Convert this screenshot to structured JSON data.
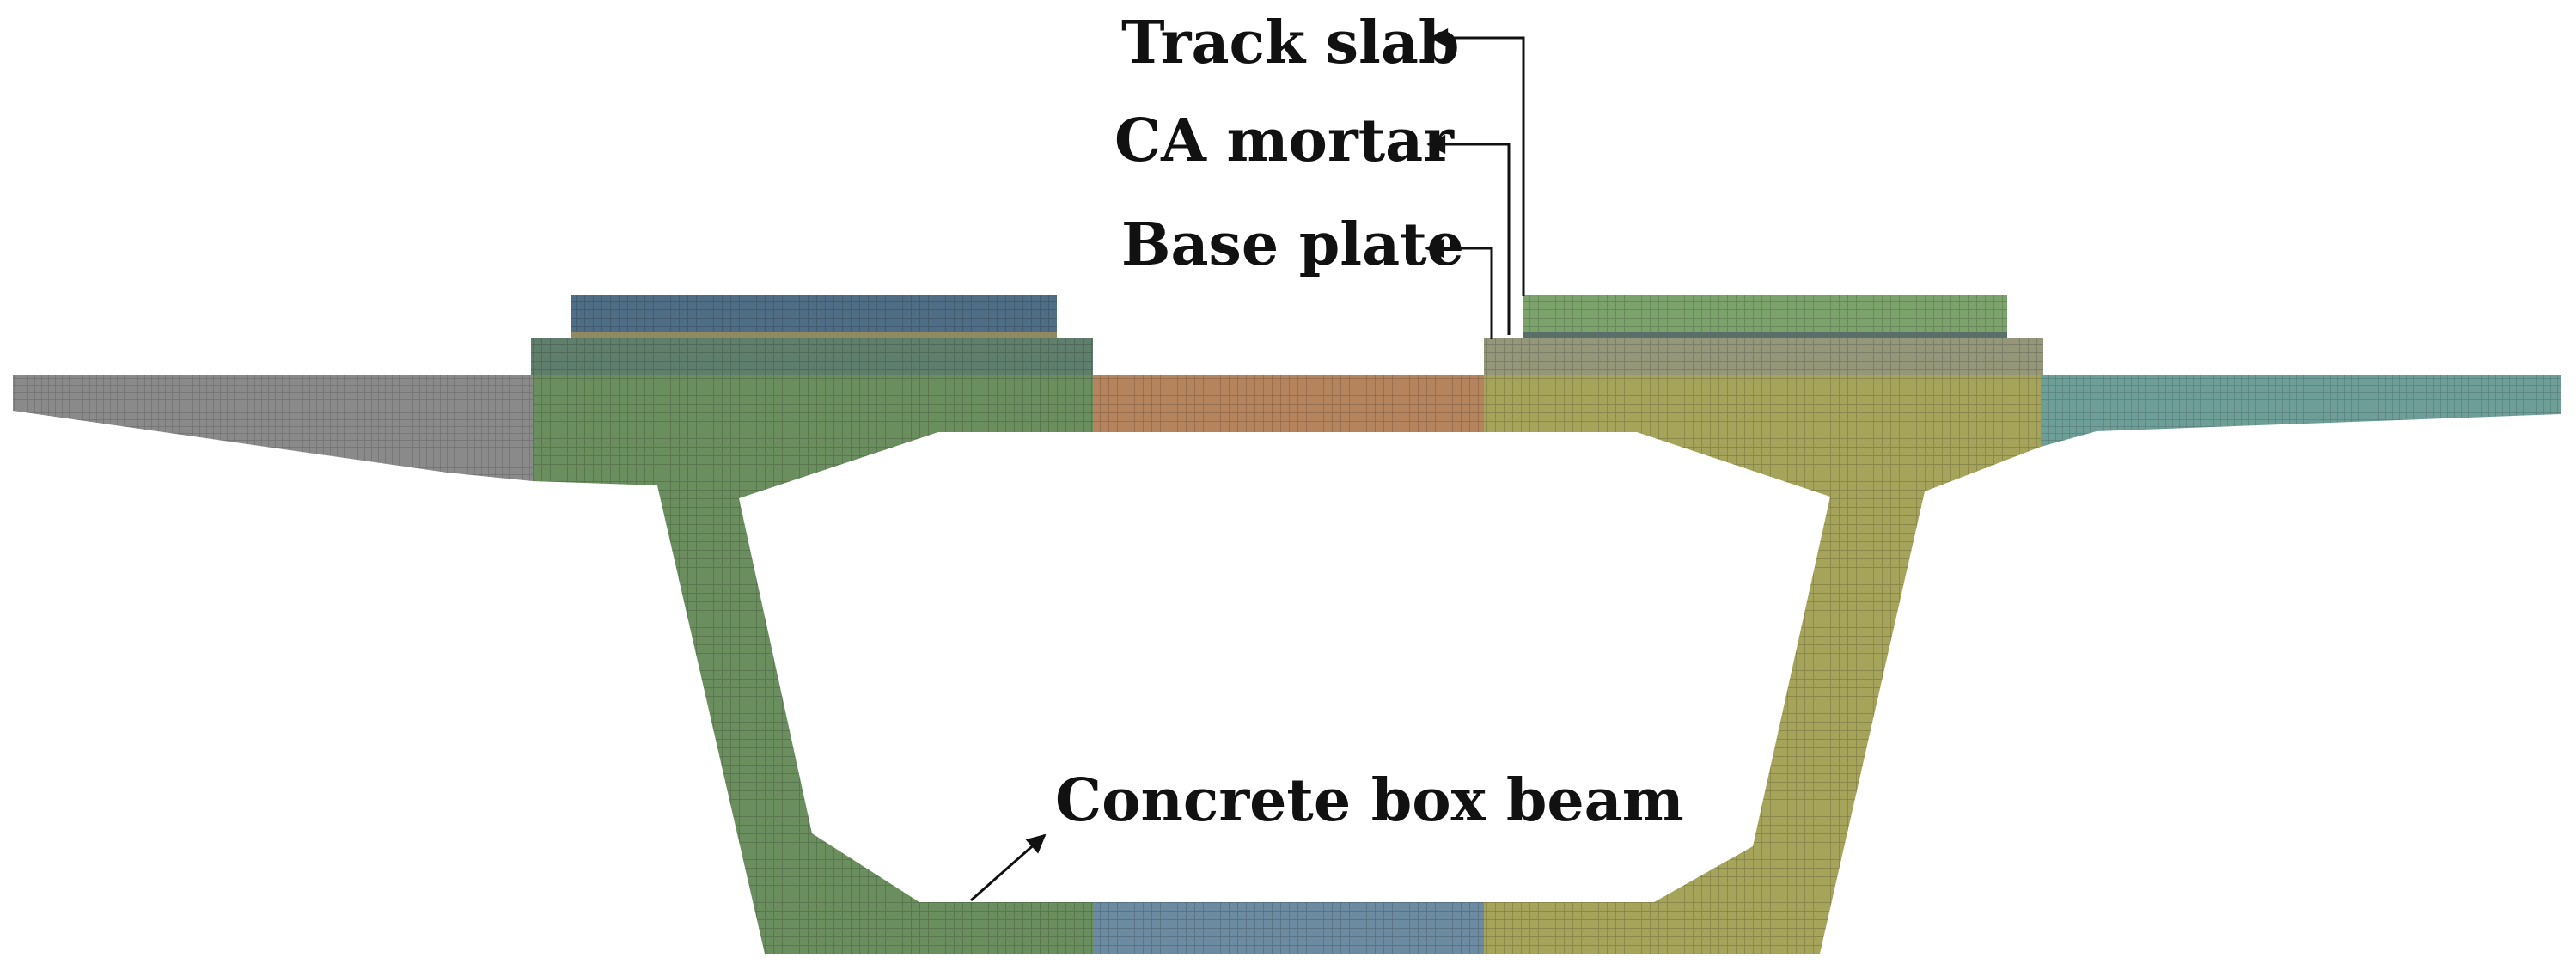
{
  "labels": {
    "track_slab": "Track slab",
    "ca_mortar": "CA mortar",
    "base_plate": "Base plate",
    "concrete_box_beam": "Concrete box beam"
  },
  "colors": {
    "left_cantilever": "#8a8a8a",
    "left_web_region": "#6b8e5f",
    "top_center": "#b5845d",
    "right_web_region": "#a6a35a",
    "right_cantilever": "#6e9e98",
    "bottom_center": "#6c8aa0",
    "left_track_slab": "#4f6e85",
    "left_ca_mortar": "#8f8a60",
    "left_base_plate": "#5f7f6c",
    "right_track_slab": "#7da36d",
    "right_ca_mortar": "#5a6e6a",
    "right_base_plate": "#94977a",
    "mesh_line": "#000000",
    "annotation": "#111111"
  }
}
